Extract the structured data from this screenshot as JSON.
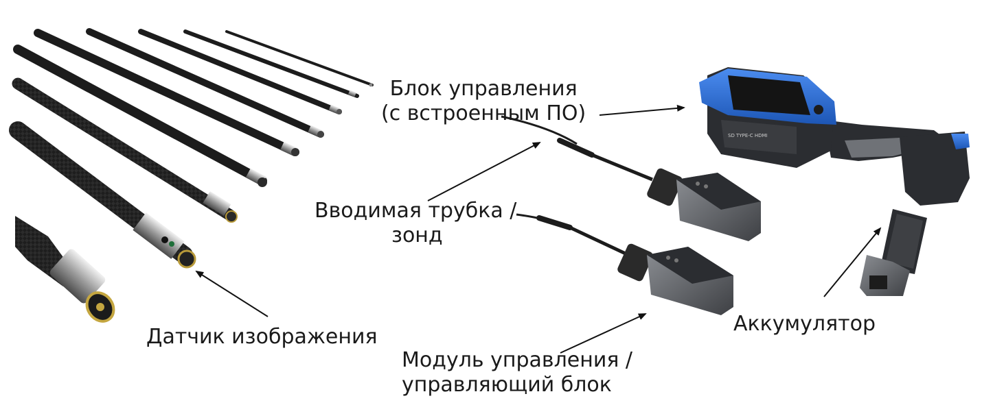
{
  "labels": {
    "control_unit": {
      "line1": "Блок управления",
      "line2": "(с встроенным ПО)"
    },
    "probe": {
      "line1": "Вводимая трубка /",
      "line2": "зонд"
    },
    "image_sensor": {
      "line1": "Датчик изображения"
    },
    "battery": {
      "line1": "Аккумулятор"
    },
    "articulation_module": {
      "line1": "Модуль управления /",
      "line2": "управляющий блок"
    }
  },
  "colors": {
    "housing_blue": "#2a6fd6",
    "housing_dark": "#2b2d31",
    "housing_grey": "#6f7277",
    "carbon": "#1c1c1c",
    "arrow": "#111111"
  },
  "icons": {
    "probes": "probe-set-illustration",
    "main_unit": "handheld-videoscope-illustration",
    "modules": "articulation-module-illustration",
    "battery": "battery-pack-illustration"
  }
}
